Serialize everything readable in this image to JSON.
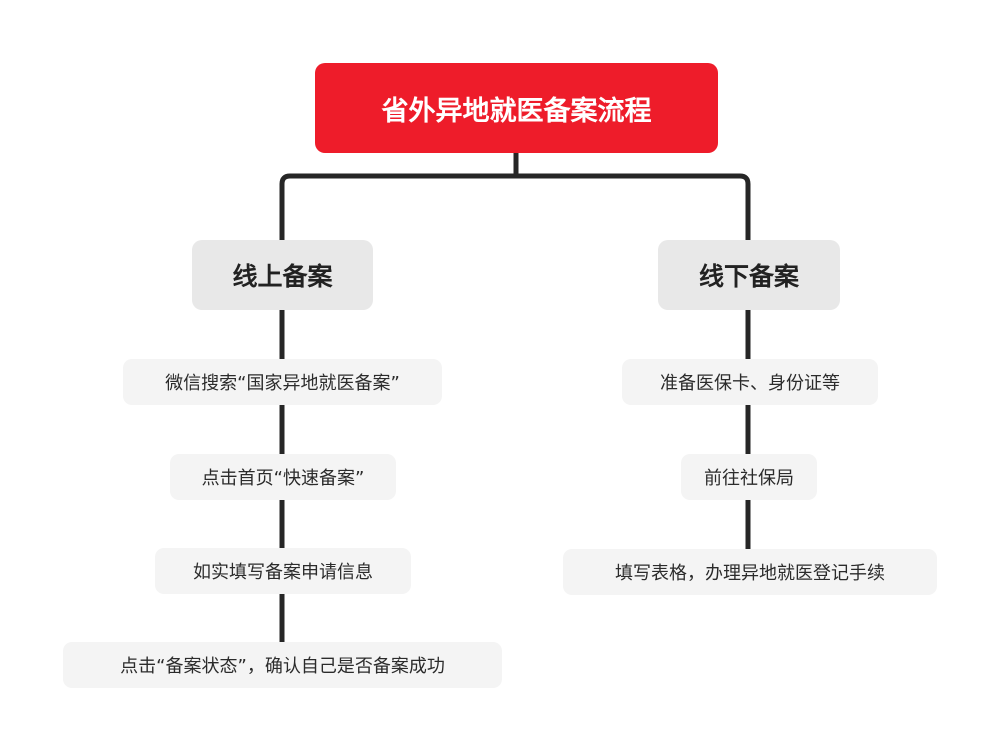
{
  "title": "省外异地就医备案流程",
  "branches": [
    {
      "label": "线上备案",
      "steps": [
        "微信搜索“国家异地就医备案”",
        "点击首页“快速备案”",
        "如实填写备案申请信息",
        "点击“备案状态”，确认自己是否备案成功"
      ]
    },
    {
      "label": "线下备案",
      "steps": [
        "准备医保卡、身份证等",
        "前往社保局",
        "填写表格，办理异地就医登记手续"
      ]
    }
  ],
  "colors": {
    "root_fill": "#ee1c2a",
    "root_text": "#ffffff",
    "branch_fill": "#e8e8e8",
    "leaf_fill": "#f4f4f4",
    "connector": "#262626"
  }
}
